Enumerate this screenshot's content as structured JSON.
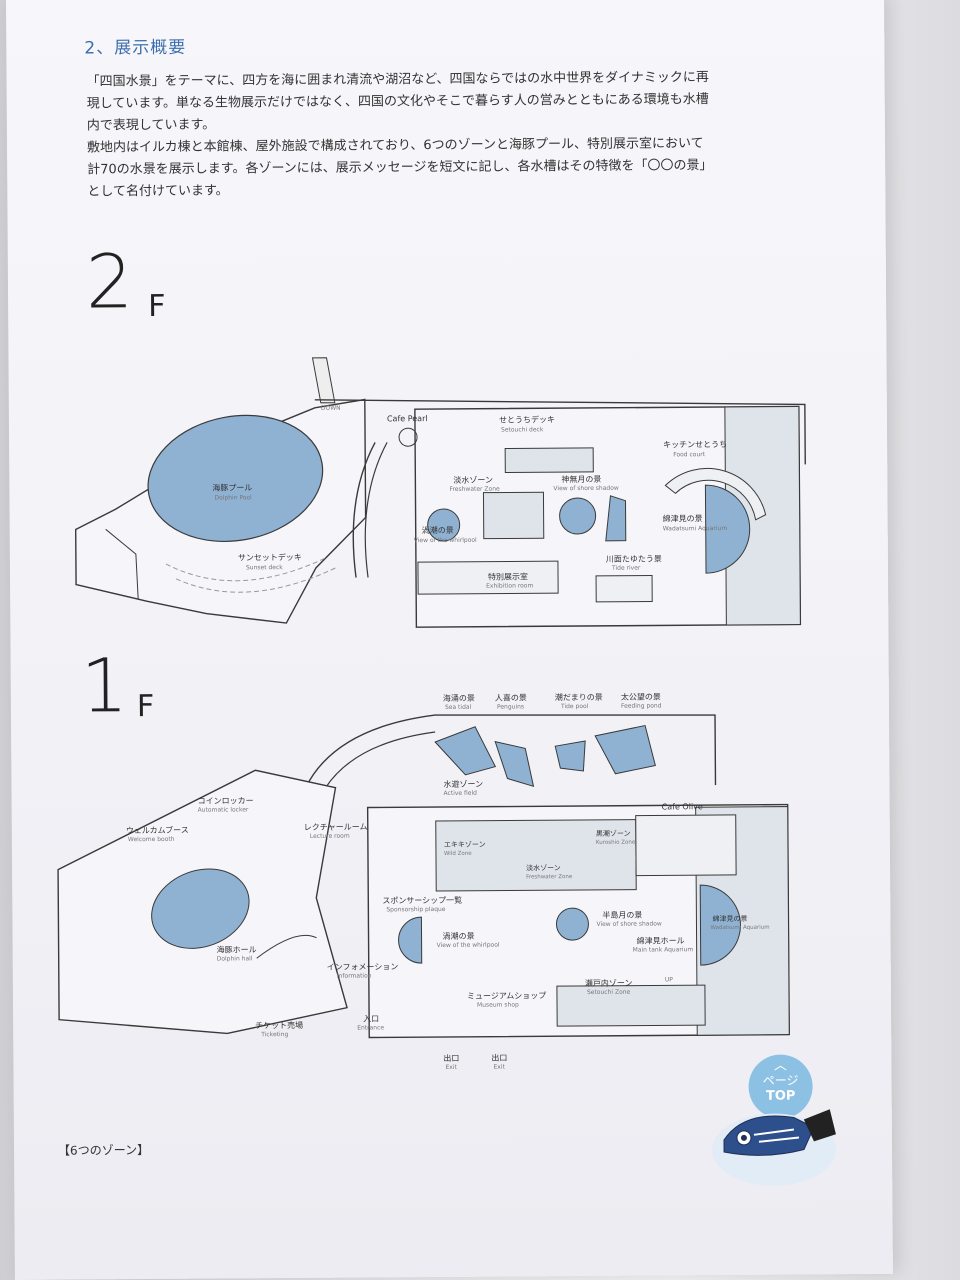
{
  "heading": "2、展示概要",
  "intro": {
    "p1_l1": "「四国水景」をテーマに、四方を海に囲まれ清流や湖沼など、四国ならではの水中世界をダイナミックに再",
    "p1_l2": "現しています。単なる生物展示だけではなく、四国の文化やそこで暮らす人の営みとともにある環境も水槽",
    "p1_l3": "内で表現しています。",
    "p2_l1": "敷地内はイルカ棟と本館棟、屋外施設で構成されており、6つのゾーンと海豚プール、特別展示室において",
    "p2_l2": "計70の水景を展示します。各ゾーンには、展示メッセージを短文に記し、各水槽はその特徴を「〇〇の景」",
    "p2_l3": "として名付けています。"
  },
  "floor2": {
    "number": "2",
    "suffix": "F",
    "labels": {
      "pool": "海豚プール",
      "pool_en": "Dolphin Pool",
      "sunset_deck": "サンセットデッキ",
      "sunset_deck_en": "Sunset deck",
      "cafe_pearl": "Cafe Pearl",
      "setouchi_deck": "せとうちデッキ",
      "setouchi_deck_en": "Setouchi deck",
      "freshwater_zone": "淡水ゾーン",
      "freshwater_zone_en": "Freshwater Zone",
      "shore_shadow": "神無月の景",
      "shore_shadow_en": "View of shore shadow",
      "kitchen": "キッチンせとうち",
      "kitchen_en": "Food court",
      "whirlpool": "渦潮の景",
      "whirlpool_en": "View of the whirlpool",
      "ohshio": "綿津見の景",
      "ohshio_en": "Wadatsumi Aquarium",
      "tide": "川面たゆたう景",
      "tide_en": "Tide river",
      "special": "特別展示室",
      "special_en": "Exhibition room",
      "down": "DOWN"
    }
  },
  "floor1": {
    "number": "1",
    "suffix": "F",
    "labels": {
      "sea_tunnel": "海涌の景",
      "sea_tunnel_en": "Sea tidal",
      "penguins": "人喜の景",
      "penguins_en": "Penguins",
      "tide_pool": "潮だまりの景",
      "tide_pool_en": "Tide pool",
      "feeding": "太公望の景",
      "feeding_en": "Feeding pond",
      "active_field": "水遊ゾーン",
      "active_field_en": "Active field",
      "coin_locker": "コインロッカー",
      "coin_locker_en": "Automatic locker",
      "welcome_booth": "ウェルカムブース",
      "welcome_booth_en": "Welcome booth",
      "lecture_room": "レクチャールーム",
      "lecture_room_en": "Lecture room",
      "cafe_olive": "Cafe Olive",
      "wild_zone": "エキキゾーン",
      "wild_zone_en": "Wild Zone",
      "kuroshio_zone": "黒潮ゾーン",
      "kuroshio_zone_en": "Kuroshio Zone",
      "spot_zone": "淡水ゾーン",
      "spot_zone_en": "Freshwater Zone",
      "sponsor_shop": "スポンサーシップ一覧",
      "sponsor_shop_en": "Sponsorship plaque",
      "whirlpool": "渦潮の景",
      "whirlpool_en": "View of the whirlpool",
      "shore_shadow": "半島月の景",
      "shore_shadow_en": "View of shore shadow",
      "oshio_hall": "綿津見ホール",
      "oshio_hall_en": "Main tank Aquarium",
      "oshio_tank": "綿津見の景",
      "oshio_tank_en": "Wadatsumi Aquarium",
      "reception": "海豚ホール",
      "reception_en": "Dolphin hall",
      "information": "インフォメーション",
      "information_en": "Information",
      "ticketing": "チケット売場",
      "ticketing_en": "Ticketing",
      "entrance": "入口",
      "entrance_en": "Entrance",
      "museum_shop": "ミュージアムショップ",
      "museum_shop_en": "Museum shop",
      "setouchi_zone": "瀬戸内ゾーン",
      "setouchi_zone_en": "Setouchi Zone",
      "exit1": "出口",
      "exit1_en": "Exit",
      "exit2": "出口",
      "exit2_en": "Exit",
      "up": "UP"
    }
  },
  "zones_title": "【6つのゾーン】",
  "page_top": {
    "line1": "ページ",
    "line2": "TOP"
  },
  "colors": {
    "water": "#8fb2d3",
    "heading": "#3d6fae",
    "line": "#3a3a3a"
  }
}
